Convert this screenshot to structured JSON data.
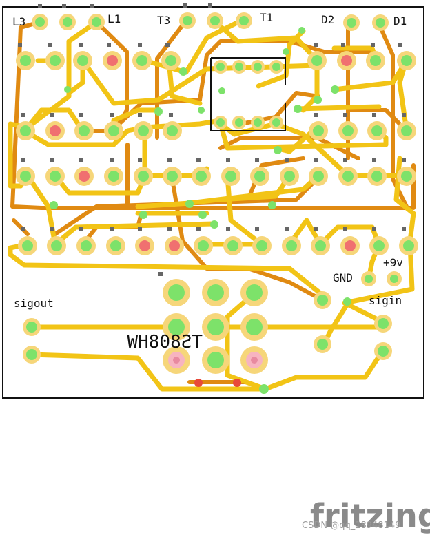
{
  "board": {
    "colors": {
      "outline": "#111111",
      "trace_top": "#f2c416",
      "trace_bottom": "#e08a12",
      "pad_ring": "#f6d67a",
      "pad_center": "#7de26a",
      "pad_center_red": "#f07070",
      "via": "#7de26a"
    },
    "labels": {
      "l3": "L3",
      "l1": "L1",
      "t3": "T3",
      "t1": "T1",
      "d2": "D2",
      "d1": "D1",
      "gnd": "GND",
      "vplus": "+9v",
      "sigout": "sigout",
      "sigin": "sigin",
      "part_mirrored": "TS808HW"
    }
  },
  "footer": {
    "brand": "fritzing",
    "credit": "CSDN @qq_18948149"
  }
}
